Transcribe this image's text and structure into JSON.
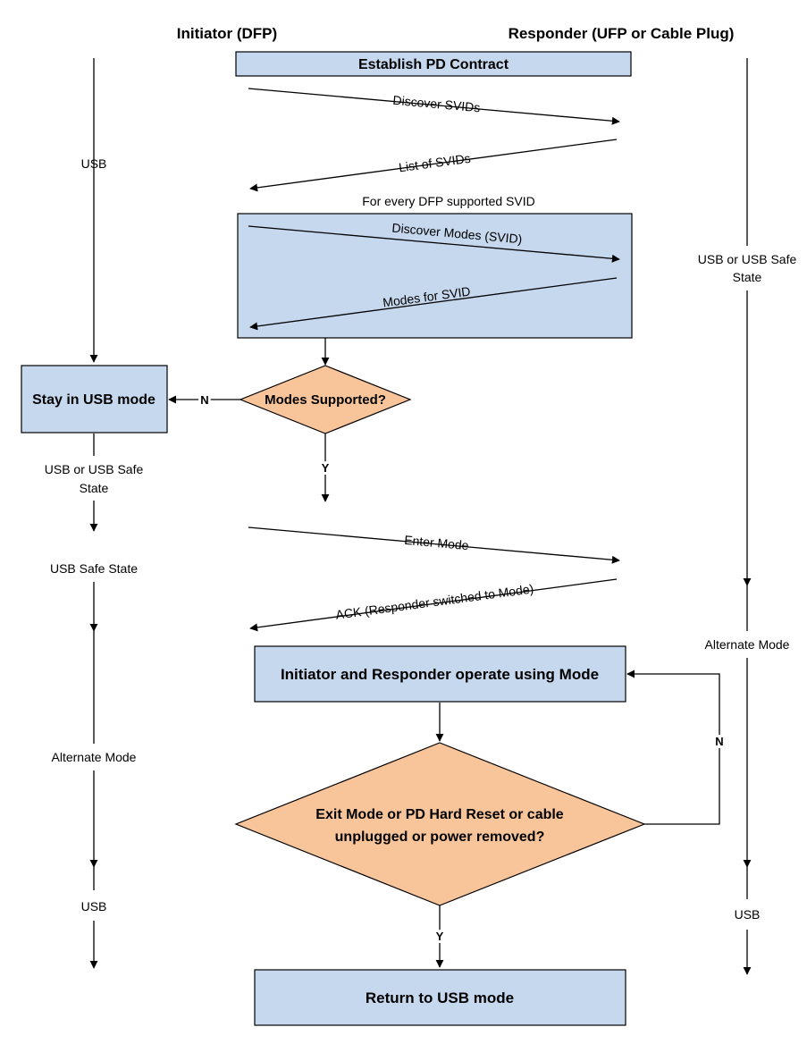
{
  "headers": {
    "initiator": "Initiator (DFP)",
    "responder": "Responder (UFP or Cable Plug)"
  },
  "boxes": {
    "establish": "Establish PD Contract",
    "stay_usb": "Stay in USB mode",
    "operate": "Initiator and Responder operate using Mode",
    "return_usb": "Return to USB mode"
  },
  "loop_label": "For every DFP supported SVID",
  "messages": {
    "discover_svids": "Discover SVIDs",
    "list_svids": "List of SVIDs",
    "discover_modes": "Discover Modes (SVID)",
    "modes_for_svid": "Modes for SVID",
    "enter_mode": "Enter Mode",
    "ack": "ACK (Responder switched to Mode)"
  },
  "decisions": {
    "modes_supported": "Modes Supported?",
    "exit_line1": "Exit Mode or PD Hard Reset or cable",
    "exit_line2": "unplugged or power removed?"
  },
  "branch_labels": {
    "modes_no": "N",
    "modes_yes": "Y",
    "exit_no": "N",
    "exit_yes": "Y"
  },
  "initiator_states": {
    "usb": "USB",
    "usb_or_safe_line1": "USB or USB Safe",
    "usb_or_safe_line2": "State",
    "usb_safe": "USB Safe State",
    "alternate": "Alternate Mode",
    "usb_final": "USB"
  },
  "responder_states": {
    "usb_or_safe_line1": "USB or USB Safe",
    "usb_or_safe_line2": "State",
    "alternate": "Alternate Mode",
    "usb_final": "USB"
  },
  "colors": {
    "box_fill": "#c6d8ee",
    "decision_fill": "#f8c49a"
  }
}
